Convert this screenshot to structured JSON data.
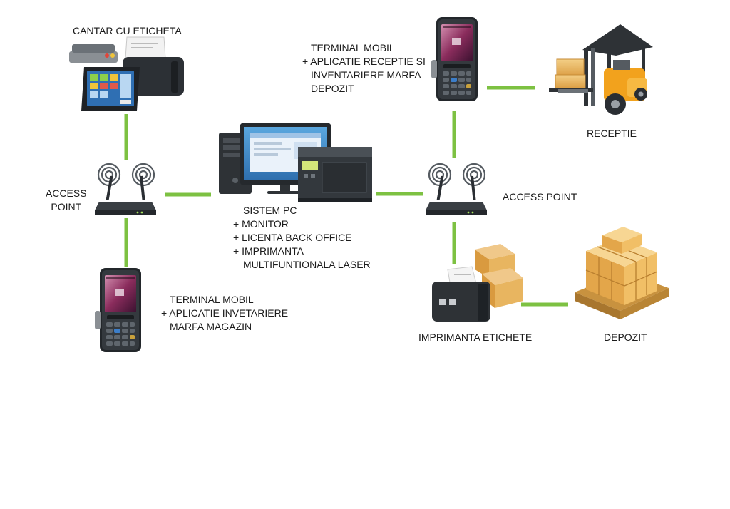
{
  "colors": {
    "connector": "#7dc142",
    "device_dark": "#2a2e33",
    "screen": "#8a2c5c",
    "box": "#e8b560",
    "forklift": "#f2a21d"
  },
  "nodes": {
    "cantar": {
      "lines": [
        "CANTAR CU ETICHETA"
      ],
      "icon": "label-scale-icon"
    },
    "ap_left": {
      "lines": [
        "ACCESS",
        "POINT"
      ],
      "icon": "wifi-router-icon"
    },
    "pc": {
      "lines": [
        "SISTEM PC",
        "+ MONITOR",
        "+ LICENTA BACK OFFICE",
        "+ IMPRIMANTA",
        "MULTIFUNTIONALA LASER"
      ],
      "icon": "pc-workstation-icon"
    },
    "terminal_magazin": {
      "lines": [
        "TERMINAL MOBIL",
        "+ APLICATIE INVETARIERE",
        "MARFA MAGAZIN"
      ],
      "icon": "mobile-terminal-icon"
    },
    "terminal_receptie": {
      "lines": [
        "TERMINAL MOBIL",
        "+ APLICATIE RECEPTIE SI",
        "INVENTARIERE MARFA",
        "DEPOZIT"
      ],
      "icon": "mobile-terminal-icon"
    },
    "receptie": {
      "lines": [
        "RECEPTIE"
      ],
      "icon": "forklift-icon"
    },
    "ap_right": {
      "lines": [
        "ACCESS POINT"
      ],
      "icon": "wifi-router-icon"
    },
    "imprimanta": {
      "lines": [
        "IMPRIMANTA ETICHETE"
      ],
      "icon": "label-printer-icon"
    },
    "depozit": {
      "lines": [
        "DEPOZIT"
      ],
      "icon": "pallet-boxes-icon"
    }
  }
}
